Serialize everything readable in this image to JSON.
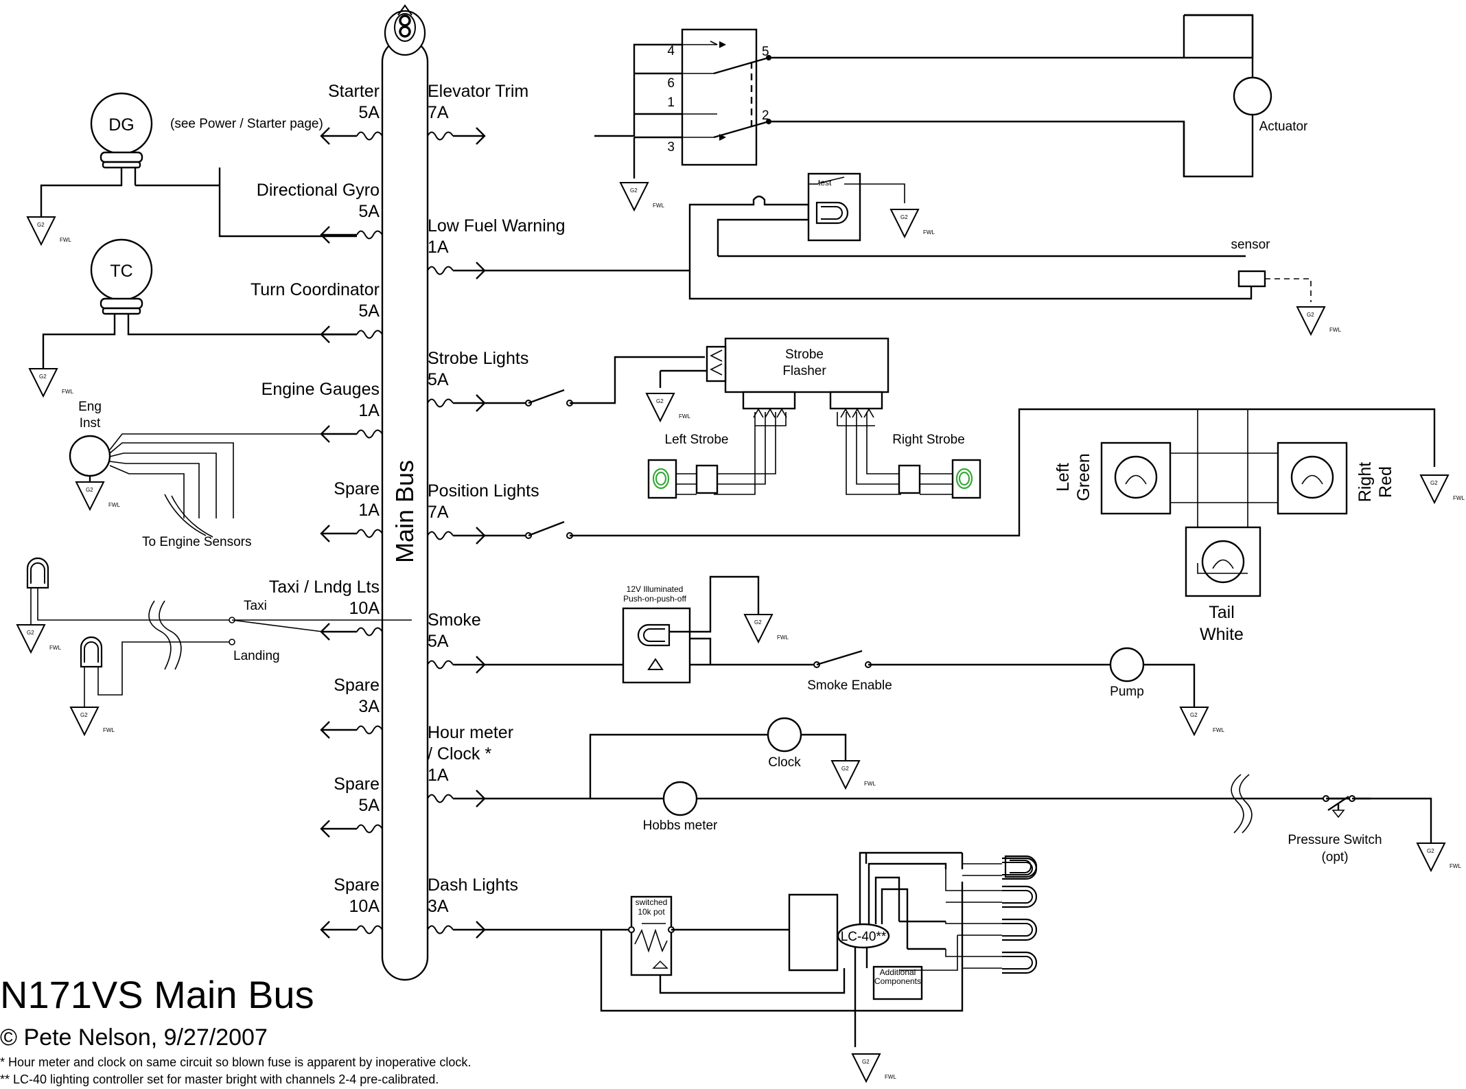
{
  "title": "N171VS Main Bus",
  "copyright": "© Pete Nelson, 9/27/2007",
  "notes": [
    "* Hour meter and clock on same circuit so blown fuse is apparent by inoperative clock.",
    "** LC-40 lighting controller set for master bright with channels 2-4 pre-calibrated."
  ],
  "bus_label": "Main Bus",
  "left_circuits": [
    {
      "name": "Starter",
      "rating": "5A"
    },
    {
      "name": "Directional Gyro",
      "rating": "5A"
    },
    {
      "name": "Turn Coordinator",
      "rating": "5A"
    },
    {
      "name": "Engine Gauges",
      "rating": "1A"
    },
    {
      "name": "Spare",
      "rating": "1A"
    },
    {
      "name": "Taxi / Lndg Lts",
      "rating": "10A"
    },
    {
      "name": "Spare",
      "rating": "3A"
    },
    {
      "name": "Spare",
      "rating": "5A"
    },
    {
      "name": "Spare",
      "rating": "10A"
    }
  ],
  "right_circuits": [
    {
      "name": "Elevator Trim",
      "rating": "7A"
    },
    {
      "name": "Low Fuel Warning",
      "rating": "1A"
    },
    {
      "name": "Strobe Lights",
      "rating": "5A"
    },
    {
      "name": "Position Lights",
      "rating": "7A"
    },
    {
      "name": "Smoke",
      "rating": "5A"
    },
    {
      "name": "Hour meter",
      "name2": "/ Clock *",
      "rating": "1A"
    },
    {
      "name": "Dash Lights",
      "rating": "3A"
    }
  ],
  "labels": {
    "see_power": "(see Power / Starter page)",
    "dg": "DG",
    "tc": "TC",
    "eng_inst_1": "Eng",
    "eng_inst_2": "Inst",
    "to_engine_sensors": "To Engine Sensors",
    "taxi": "Taxi",
    "landing": "Landing",
    "actuator": "Actuator",
    "test": "test",
    "sensor": "sensor",
    "strobe_flasher_1": "Strobe",
    "strobe_flasher_2": "Flasher",
    "left_strobe": "Left Strobe",
    "right_strobe": "Right Strobe",
    "left_green_1": "Left",
    "left_green_2": "Green",
    "right_red_1": "Right",
    "right_red_2": "Red",
    "tail_1": "Tail",
    "tail_2": "White",
    "illum_1": "12V Illuminated",
    "illum_2": "Push-on-push-off",
    "smoke_enable": "Smoke Enable",
    "pump": "Pump",
    "clock": "Clock",
    "hobbs": "Hobbs meter",
    "pressure_1": "Pressure Switch",
    "pressure_2": "(opt)",
    "pot_1": "switched",
    "pot_2": "10k pot",
    "lc40": "LC-40**",
    "addl_1": "Additional",
    "addl_2": "Components",
    "gnd_1": "G2",
    "gnd_2": "FWL"
  },
  "trim_switch_pins": [
    "4",
    "6",
    "1",
    "3",
    "5",
    "2"
  ]
}
